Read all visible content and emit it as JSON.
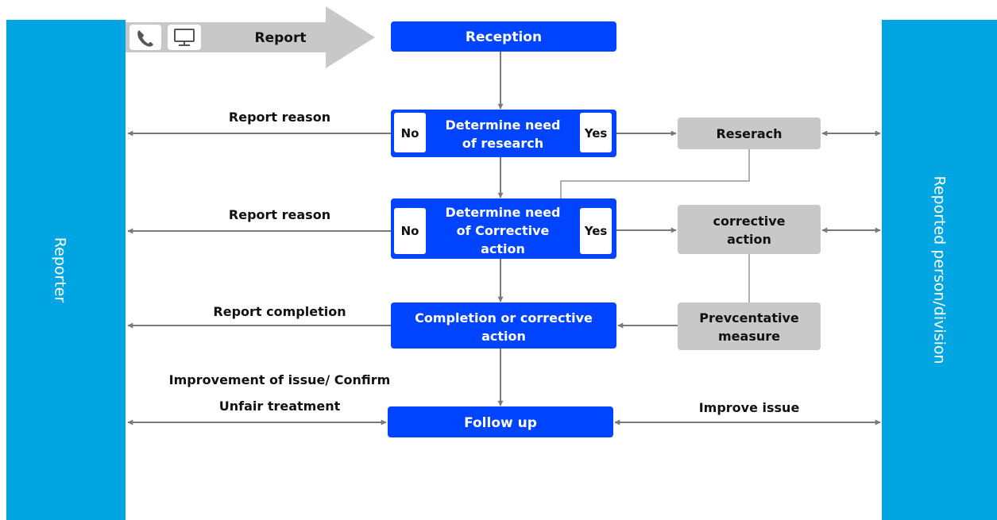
{
  "colors": {
    "lane": "#00a5e1",
    "process": "#0044ff",
    "process_border": "#0044ff",
    "gray_box": "#c8c8c8",
    "connector": "#7a7a7a",
    "report_arrow": "#c8c8c8",
    "line": "#b0b0b0"
  },
  "lanes": {
    "left": "Reporter",
    "right": "Reported person/division"
  },
  "report_arrow": {
    "label": "Report",
    "icons": [
      "phone-icon",
      "monitor-icon"
    ]
  },
  "nodes": {
    "reception": "Reception",
    "research_decision": {
      "line1": "Determine need",
      "line2": "of research",
      "no": "No",
      "yes": "Yes"
    },
    "corrective_decision": {
      "line1": "Determine need",
      "line2": "of Corrective",
      "line3": "action",
      "no": "No",
      "yes": "Yes"
    },
    "completion": {
      "line1": "Completion or corrective",
      "line2": "action"
    },
    "follow_up": "Follow up",
    "research": "Reserach",
    "corrective_action": {
      "line1": "corrective",
      "line2": "action"
    },
    "preventative": {
      "line1": "Prevcentative",
      "line2": "measure"
    }
  },
  "edge_labels": {
    "report_reason_1": "Report reason",
    "report_reason_2": "Report reason",
    "report_completion": "Report completion",
    "improvement_confirm": "Improvement of issue/ Confirm",
    "unfair_treatment": "Unfair treatment",
    "improve_issue": "Improve issue"
  }
}
